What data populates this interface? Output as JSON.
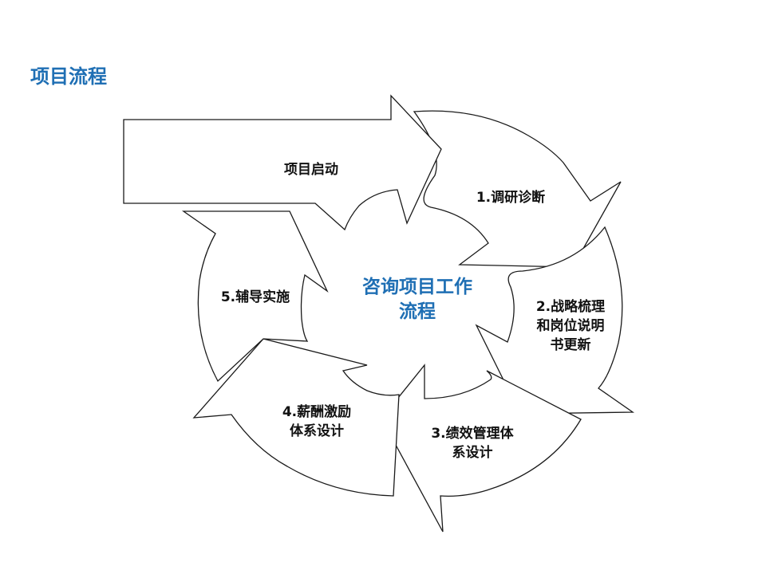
{
  "page": {
    "title": "项目流程"
  },
  "diagram": {
    "center": {
      "line1": "咨询项目工作",
      "line2": "流程"
    },
    "start": {
      "label": "项目启动"
    },
    "steps": [
      {
        "lines": [
          "1.调研诊断"
        ]
      },
      {
        "lines": [
          "2.战略梳理",
          "和岗位说明",
          "书更新"
        ]
      },
      {
        "lines": [
          "3.绩效管理体",
          "系设计"
        ]
      },
      {
        "lines": [
          "4.薪酬激励",
          "体系设计"
        ]
      },
      {
        "lines": [
          "5.辅导实施"
        ]
      }
    ]
  },
  "colors": {
    "title": "#1f6fb4",
    "center_text": "#1f6fb4",
    "outline": "#1a1a1a",
    "text": "#111111"
  }
}
